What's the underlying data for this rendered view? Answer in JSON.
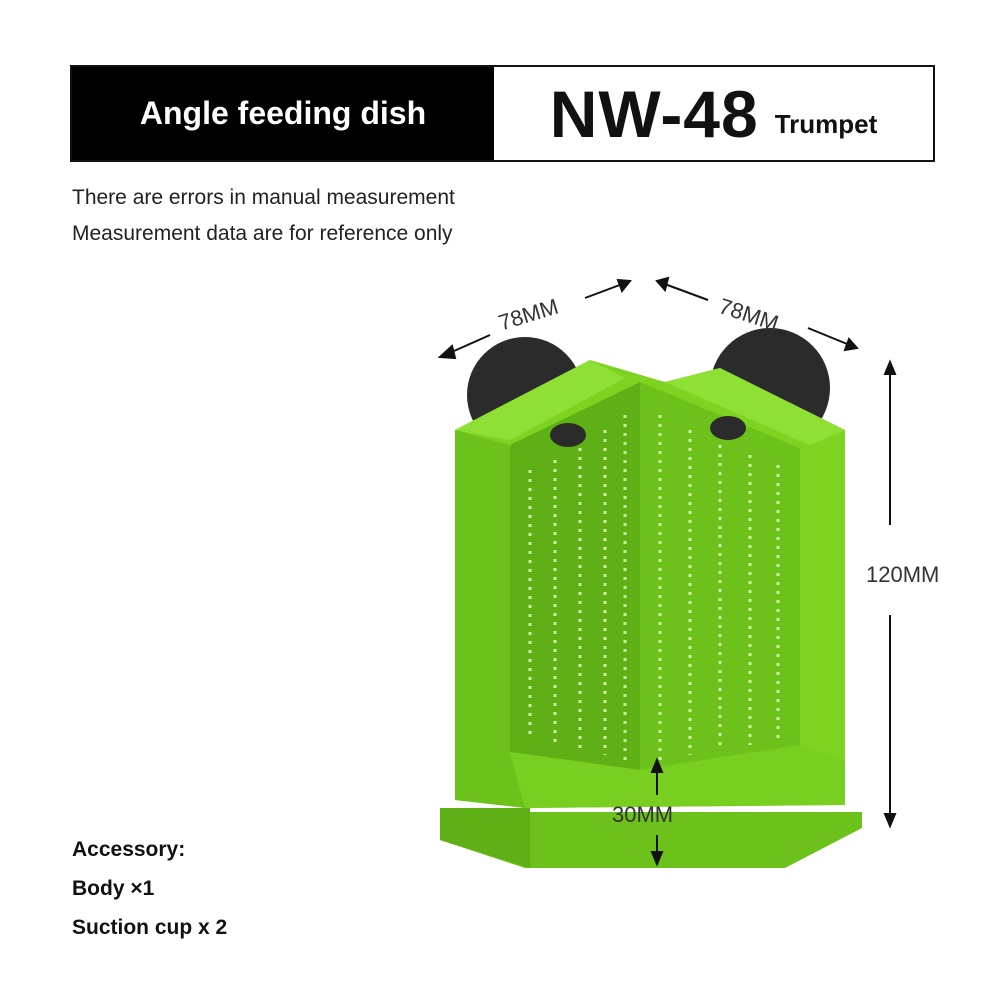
{
  "banner": {
    "product_name": "Angle feeding dish",
    "model": "NW-48",
    "variant": "Trumpet"
  },
  "notes": {
    "line1": "There are errors in manual measurement",
    "line2": "Measurement data are for reference only"
  },
  "dimensions": {
    "left_side": "78MM",
    "right_side": "78MM",
    "height": "120MM",
    "base_height": "30MM"
  },
  "accessory": {
    "heading": "Accessory:",
    "item1": "Body ×1",
    "item2": "Suction cup x 2"
  },
  "colors": {
    "dish_green": "#7ED321",
    "dish_shadow": "#5FA815",
    "suction_cup": "#2b2b2b",
    "banner_black": "#000000"
  }
}
